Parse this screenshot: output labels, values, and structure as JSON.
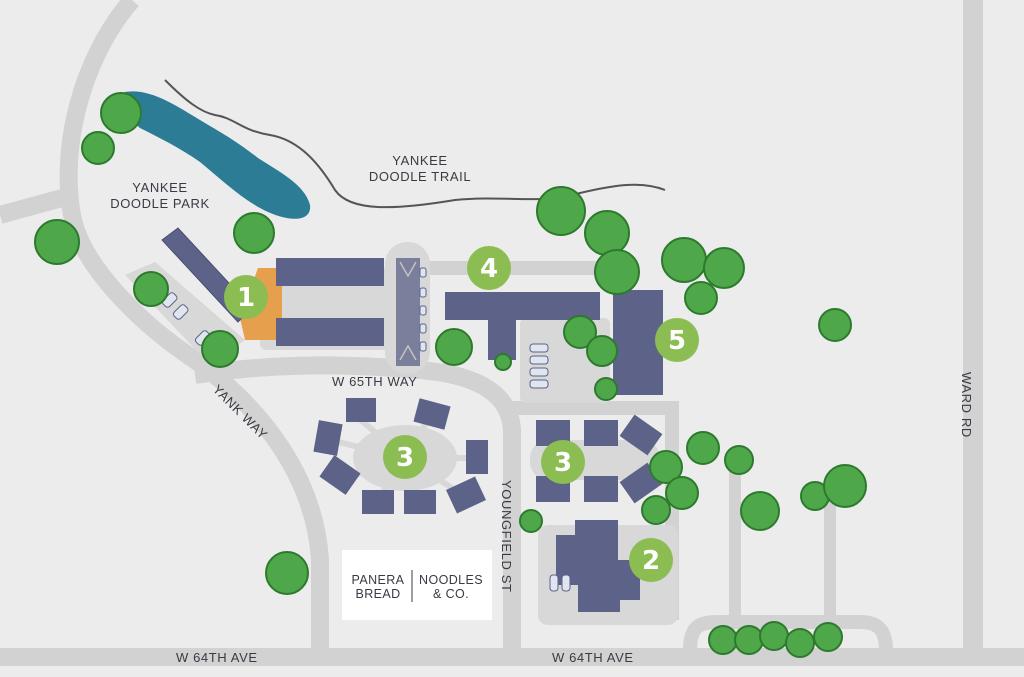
{
  "map": {
    "colors": {
      "background": "#ececec",
      "road": "#d2d2d2",
      "building": "#5d6289",
      "building_roof_shade": "#484d74",
      "marker": "#8cbd52",
      "lake": "#2c7c96",
      "tree": "#4ea84a",
      "highlight_building": "#e6a04d"
    },
    "labels": {
      "park": "YANKEE\nDOODLE PARK",
      "trail": "YANKEE\nDOODLE TRAIL",
      "w65th": "W 65TH WAY",
      "yank": "YANK WAY",
      "youngfield": "YOUNGFIELD ST",
      "ward": "WARD RD",
      "w64th_left": "W 64TH AVE",
      "w64th_right": "W 64TH AVE"
    },
    "markers": [
      "1",
      "2",
      "3",
      "3",
      "4",
      "5"
    ],
    "logos": {
      "panera": "PANERA\nBREAD",
      "noodles": "NOODLES\n& CO."
    },
    "icons": [
      "tree-icon",
      "parked-car-icon",
      "map-marker-icon"
    ]
  }
}
